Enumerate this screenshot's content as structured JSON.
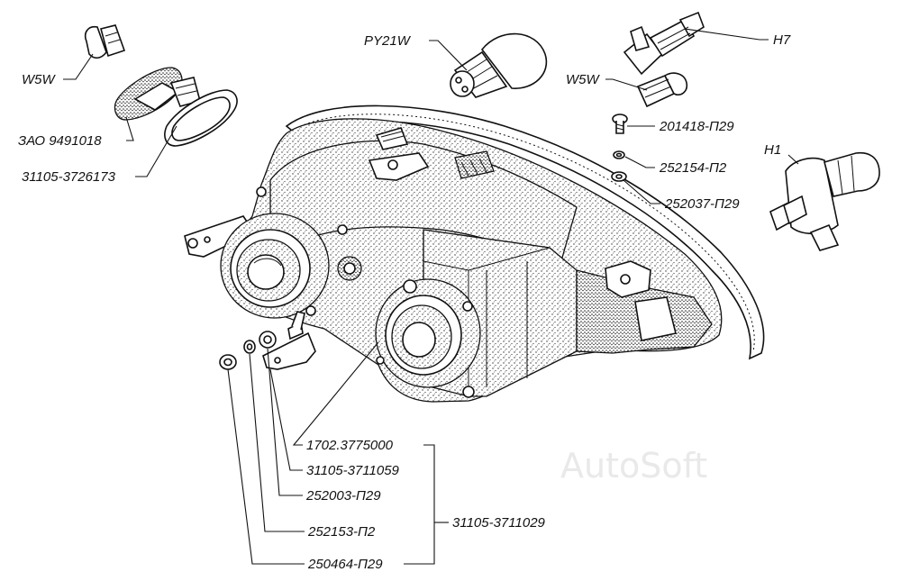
{
  "watermark": "AutoSoft",
  "labels": {
    "w5w_left": "W5W",
    "zao": "ЗАО 9491018",
    "gasket": "31105-3726173",
    "py21w": "PY21W",
    "h7": "H7",
    "w5w_right": "W5W",
    "screw": "201418-П29",
    "washer1": "252154-П2",
    "washer2": "252037-П29",
    "h1": "H1",
    "corrector": "1702.3775000",
    "bracket": "31105-3711059",
    "washer3": "252003-П29",
    "washer4": "252153-П2",
    "nut": "250464-П29",
    "headlamp": "31105-3711029"
  }
}
